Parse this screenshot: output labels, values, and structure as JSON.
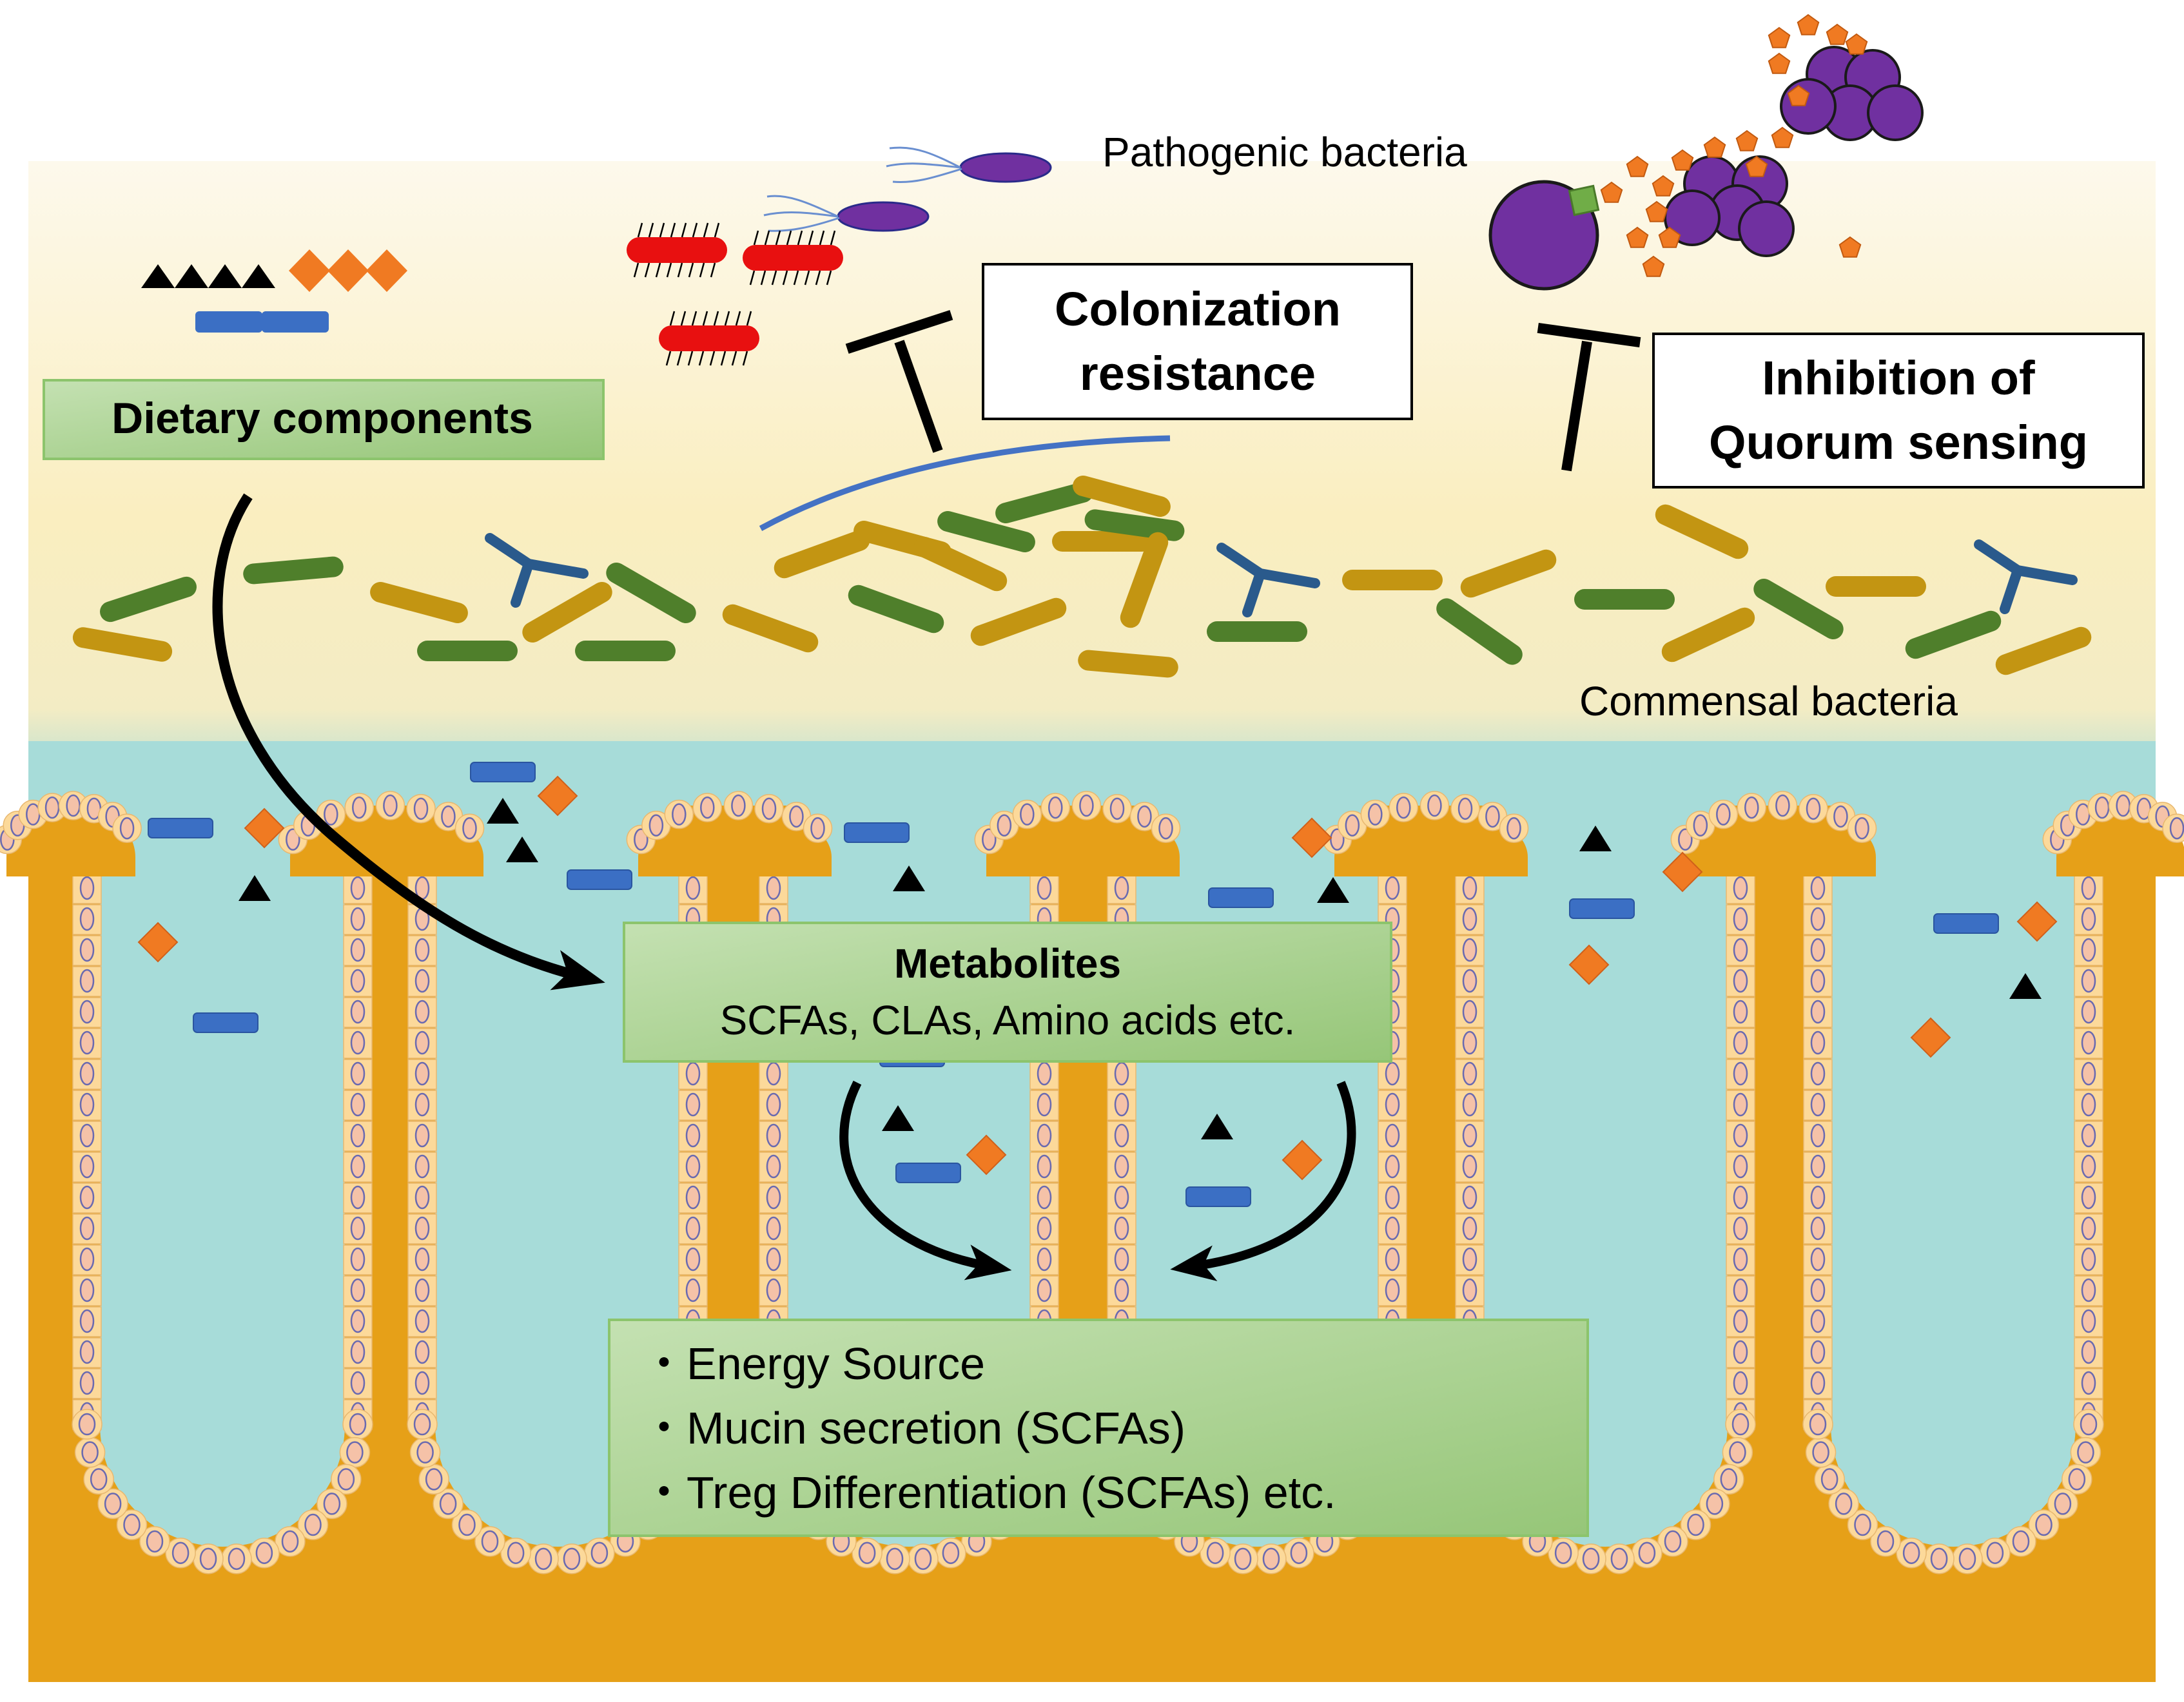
{
  "labels": {
    "pathogenic": "Pathogenic bacteria",
    "commensal": "Commensal bacteria",
    "dietary": "Dietary components",
    "colonization_line1": "Colonization",
    "colonization_line2": "resistance",
    "quorum_line1": "Inhibition of",
    "quorum_line2": "Quorum sensing",
    "metabolites_title": "Metabolites",
    "metabolites_sub": "SCFAs, CLAs, Amino acids etc."
  },
  "effects": [
    "・Energy Source",
    "・Mucin secretion (SCFAs)",
    "・Treg Differentiation (SCFAs) etc."
  ],
  "colors": {
    "lumen_top": "#fdf9ec",
    "lumen_mid": "#faeec0",
    "mucus_fluid": "#a7dcd9",
    "tissue": "#e6a018",
    "epithelium_cell": "#fcd99a",
    "nucleus": "#f5c2a8",
    "nucleus_outline": "#6a6ab0",
    "commensal_green": "#4f7f2b",
    "commensal_gold": "#c39512",
    "commensal_blue": "#2a5a8c",
    "pathogen_purple": "#7030a0",
    "pathogen_red": "#e81010",
    "metabolite_blue": "#3b6fc4",
    "metabolite_orange": "#f07a22",
    "green_box": "#a9d18e",
    "mucus_line": "#4472c4",
    "autoinducer": "#70ad47"
  }
}
